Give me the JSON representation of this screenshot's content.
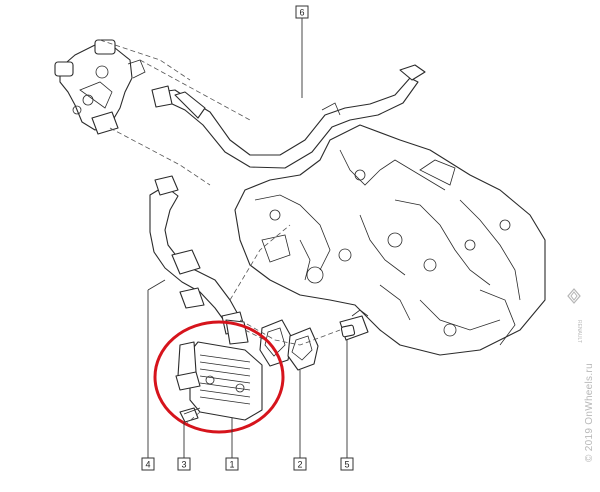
{
  "callouts": [
    {
      "id": "callout-6",
      "label": "6"
    },
    {
      "id": "callout-4",
      "label": "4"
    },
    {
      "id": "callout-3",
      "label": "3"
    },
    {
      "id": "callout-1",
      "label": "1"
    },
    {
      "id": "callout-2",
      "label": "2"
    },
    {
      "id": "callout-5",
      "label": "5"
    }
  ],
  "watermark": "© 2019 OnWheels.ru",
  "brand": "RENAULT",
  "highlight_color": "#d6141c",
  "line_color": "#2b2b2b"
}
